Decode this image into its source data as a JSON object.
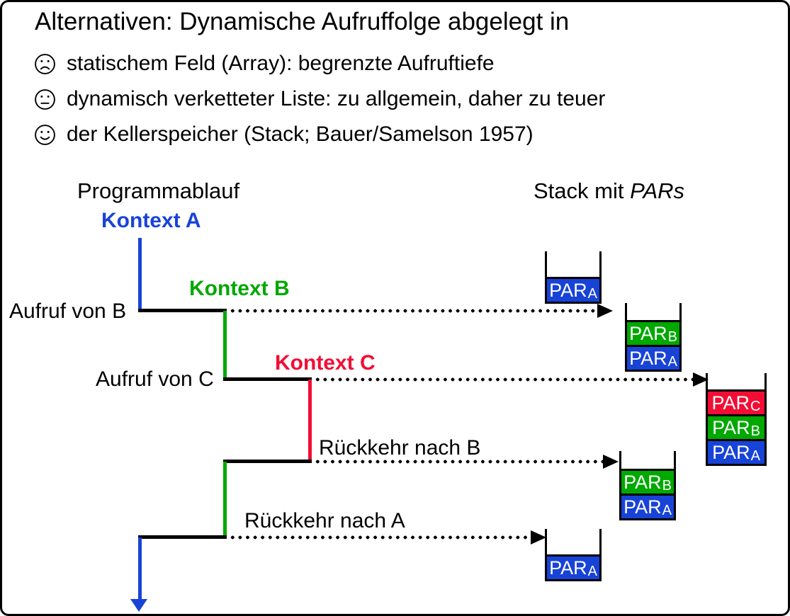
{
  "slide": {
    "title": "Alternativen: Dynamische Aufruffolge abgelegt in",
    "bullets": [
      {
        "icon": "sad-face-icon",
        "text": "statischem Feld (Array): begrenzte Aufruftiefe"
      },
      {
        "icon": "neutral-face-icon",
        "text": "dynamisch verketteter Liste: zu allgemein, daher zu teuer"
      },
      {
        "icon": "happy-face-icon",
        "text": "der Kellerspeicher (Stack; Bauer/Samelson 1957)"
      }
    ],
    "diagram": {
      "left_heading": "Programmablauf",
      "right_heading": {
        "prefix": "Stack mit ",
        "italic": "PARs"
      },
      "colors": {
        "blue": "#1843d7",
        "green": "#00a800",
        "red": "#f20d35",
        "black": "#000000"
      },
      "contexts": {
        "a": {
          "label": "Kontext A",
          "color": "#1843d7"
        },
        "b": {
          "label": "Kontext B",
          "color": "#00a800"
        },
        "c": {
          "label": "Kontext C",
          "color": "#f20d35"
        }
      },
      "events": {
        "call_b": "Aufruf von B",
        "call_c": "Aufruf von C",
        "return_b": "Rückkehr nach B",
        "return_a": "Rückkehr nach A"
      },
      "stacks": [
        {
          "id": "stack-after-call-a",
          "items": [
            {
              "text": "PAR",
              "sub": "A",
              "color": "#1843d7"
            }
          ]
        },
        {
          "id": "stack-after-call-b",
          "items": [
            {
              "text": "PAR",
              "sub": "B",
              "color": "#00a800"
            },
            {
              "text": "PAR",
              "sub": "A",
              "color": "#1843d7"
            }
          ]
        },
        {
          "id": "stack-after-call-c",
          "items": [
            {
              "text": "PAR",
              "sub": "C",
              "color": "#f20d35"
            },
            {
              "text": "PAR",
              "sub": "B",
              "color": "#00a800"
            },
            {
              "text": "PAR",
              "sub": "A",
              "color": "#1843d7"
            }
          ]
        },
        {
          "id": "stack-after-return-b",
          "items": [
            {
              "text": "PAR",
              "sub": "B",
              "color": "#00a800"
            },
            {
              "text": "PAR",
              "sub": "A",
              "color": "#1843d7"
            }
          ]
        },
        {
          "id": "stack-after-return-a",
          "items": [
            {
              "text": "PAR",
              "sub": "A",
              "color": "#1843d7"
            }
          ]
        }
      ]
    }
  }
}
